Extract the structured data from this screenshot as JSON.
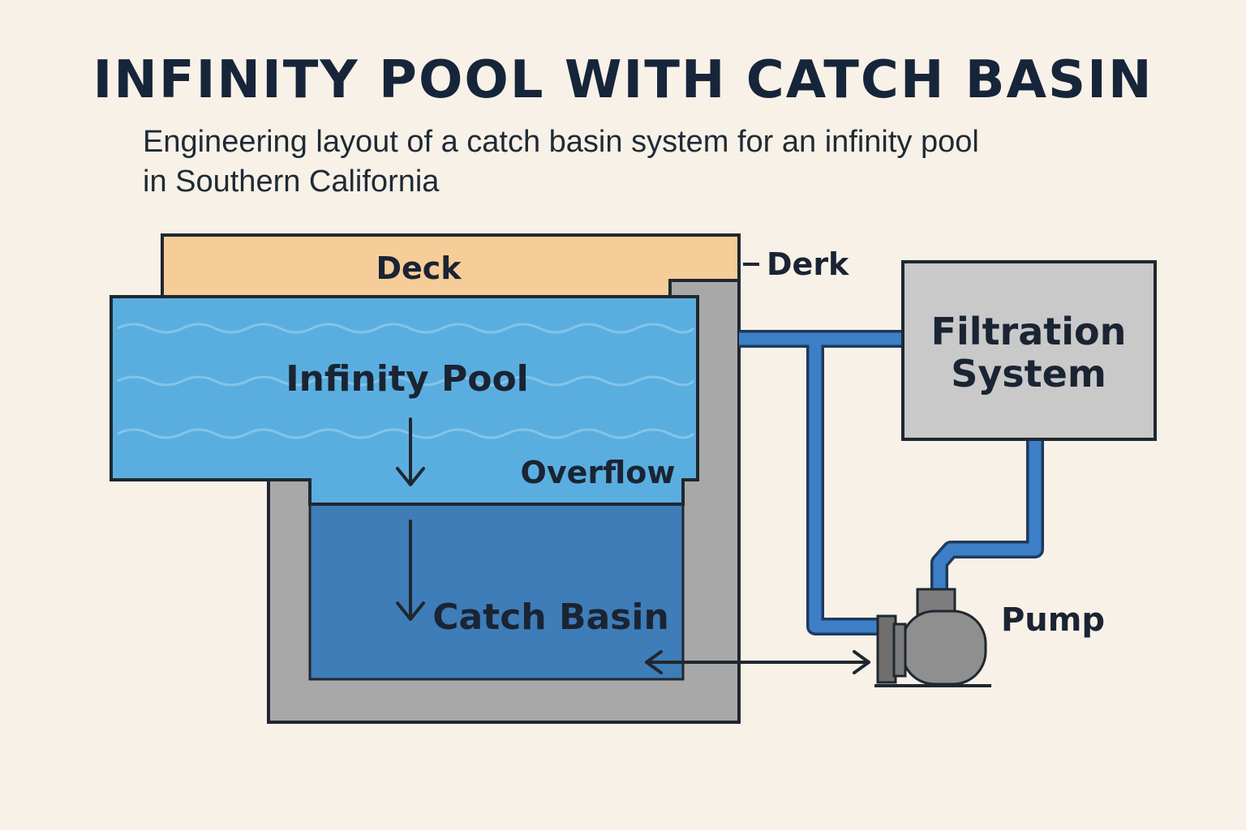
{
  "title": "INFINITY POOL WITH CATCH BASIN",
  "subtitle": {
    "line1": "Engineering layout of a catch basin system for an infinity pool",
    "line2": "in Southern California"
  },
  "labels": {
    "deck": "Deck",
    "derk": "Derk",
    "pool": "Infinity Pool",
    "overflow": "Overflow",
    "basin": "Catch Basin",
    "filtration_line1": "Filtration",
    "filtration_line2": "System",
    "pump": "Pump"
  },
  "colors": {
    "background": "#f8f1e7",
    "deck": "#f6cd98",
    "pool_water": "#5aaedf",
    "basin_water": "#3e7db8",
    "concrete": "#a8a8a8",
    "filtration": "#c9c9c9",
    "pipe": "#3d7fc7",
    "pump": "#8f8f8f"
  },
  "icons": {
    "overflow_arrow": "arrow-down-icon",
    "basin_arrow": "arrow-down-icon",
    "return_arrow": "double-arrow-icon"
  }
}
